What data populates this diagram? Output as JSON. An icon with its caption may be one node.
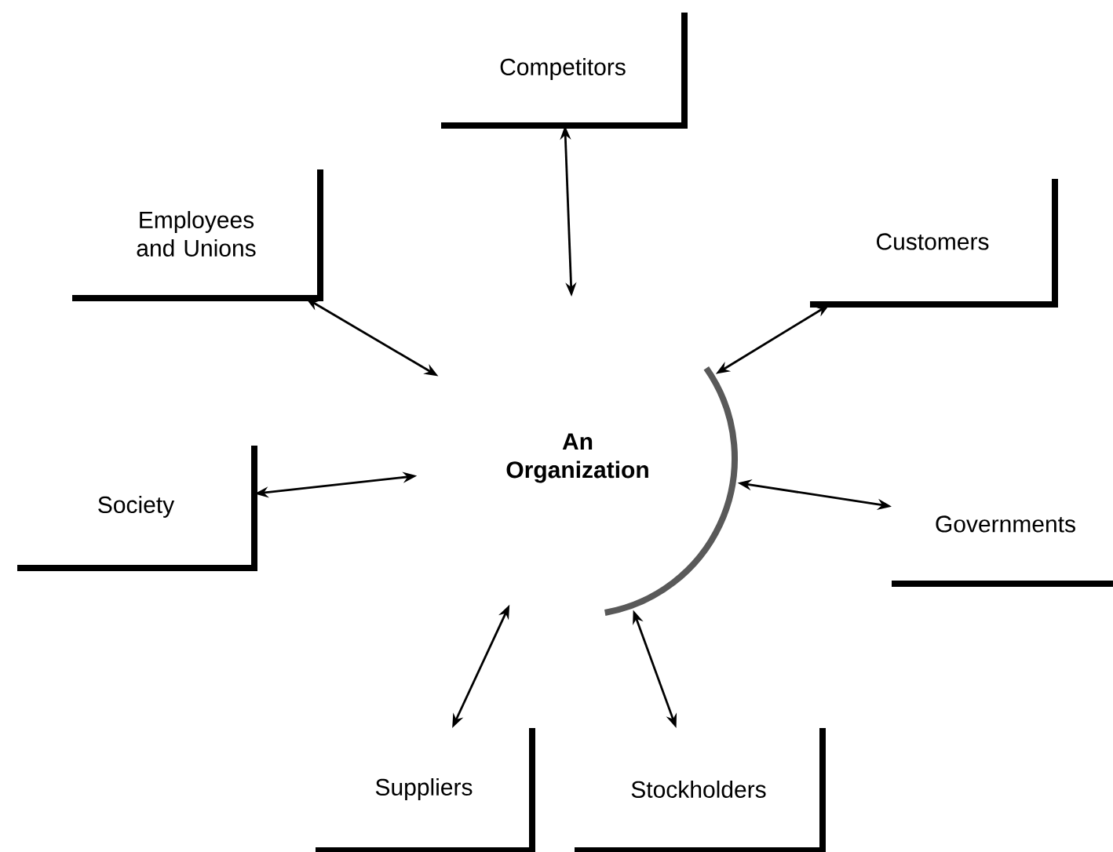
{
  "diagram": {
    "nodes": [
      {
        "text": [
          "An Organization"
        ]
      },
      {
        "text": [
          "Competitors"
        ]
      },
      {
        "text": [
          "Employees and Unions"
        ]
      },
      {
        "text": [
          "Customers"
        ]
      },
      {
        "text": [
          "Society"
        ]
      },
      {
        "text": [
          "Governments"
        ]
      },
      {
        "text": [
          "Suppliers"
        ]
      },
      {
        "text": [
          "Stockholders"
        ]
      }
    ],
    "edges": [
      {
        "from": 0,
        "to": 1,
        "arrow": "both"
      },
      {
        "from": 0,
        "to": 2,
        "arrow": "both"
      },
      {
        "from": 0,
        "to": 3,
        "arrow": "both"
      },
      {
        "from": 0,
        "to": 4,
        "arrow": "both"
      },
      {
        "from": 0,
        "to": 5,
        "arrow": "both"
      },
      {
        "from": 0,
        "to": 6,
        "arrow": "both"
      },
      {
        "from": 0,
        "to": 7,
        "arrow": "both"
      }
    ]
  }
}
